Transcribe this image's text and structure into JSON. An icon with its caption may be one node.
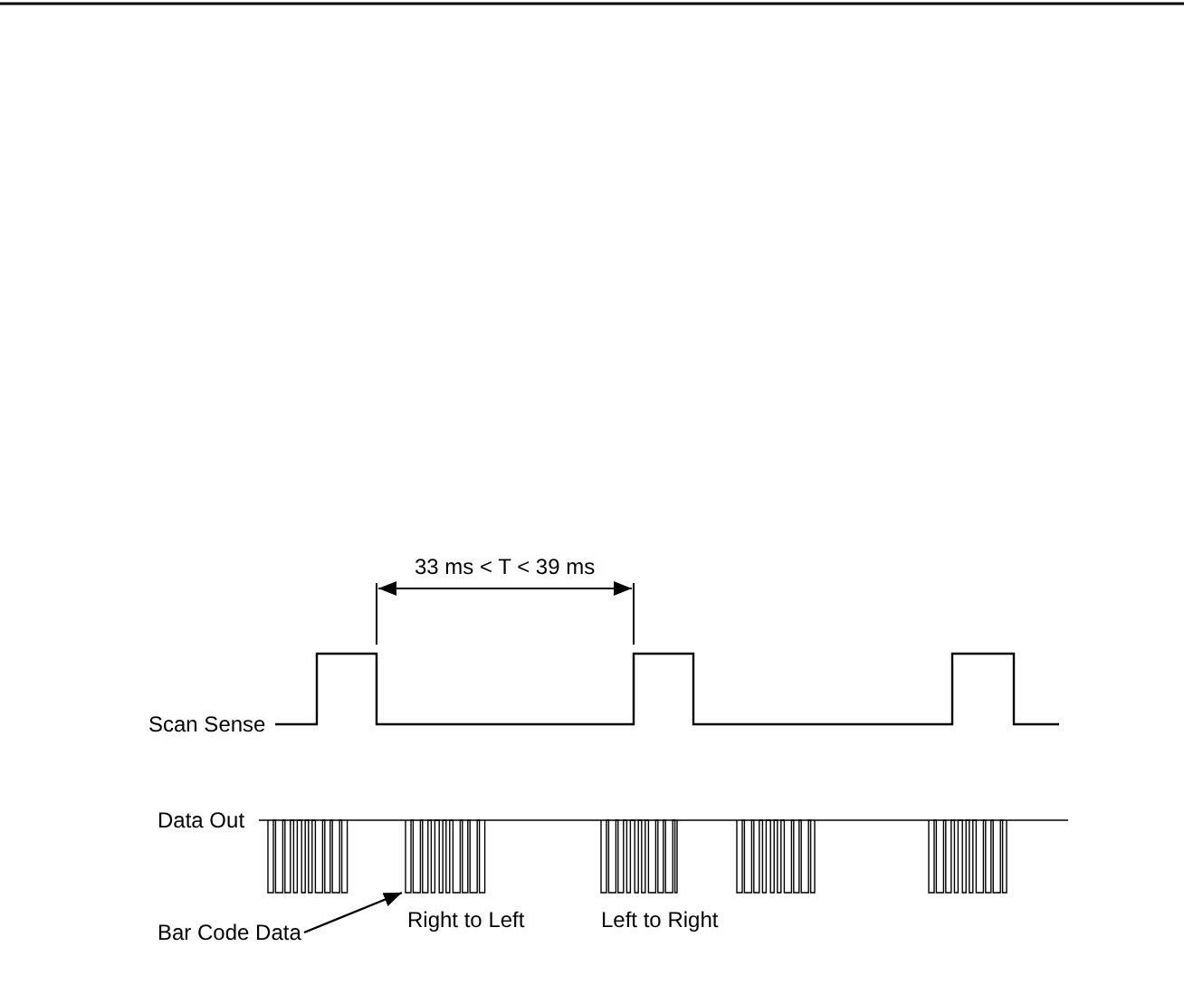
{
  "diagram": {
    "nodes": [
      {
        "text": [
          "Bar Code Data"
        ]
      },
      {
        "text": [],
        "shape": "bar"
      }
    ],
    "edges": [
      {
        "from": 0,
        "to": 1,
        "arrow": "to"
      }
    ],
    "labels": [
      "33 ms < T < 39 ms",
      "Scan Sense",
      "Data Out",
      "Right to Left",
      "Left to Right"
    ]
  }
}
